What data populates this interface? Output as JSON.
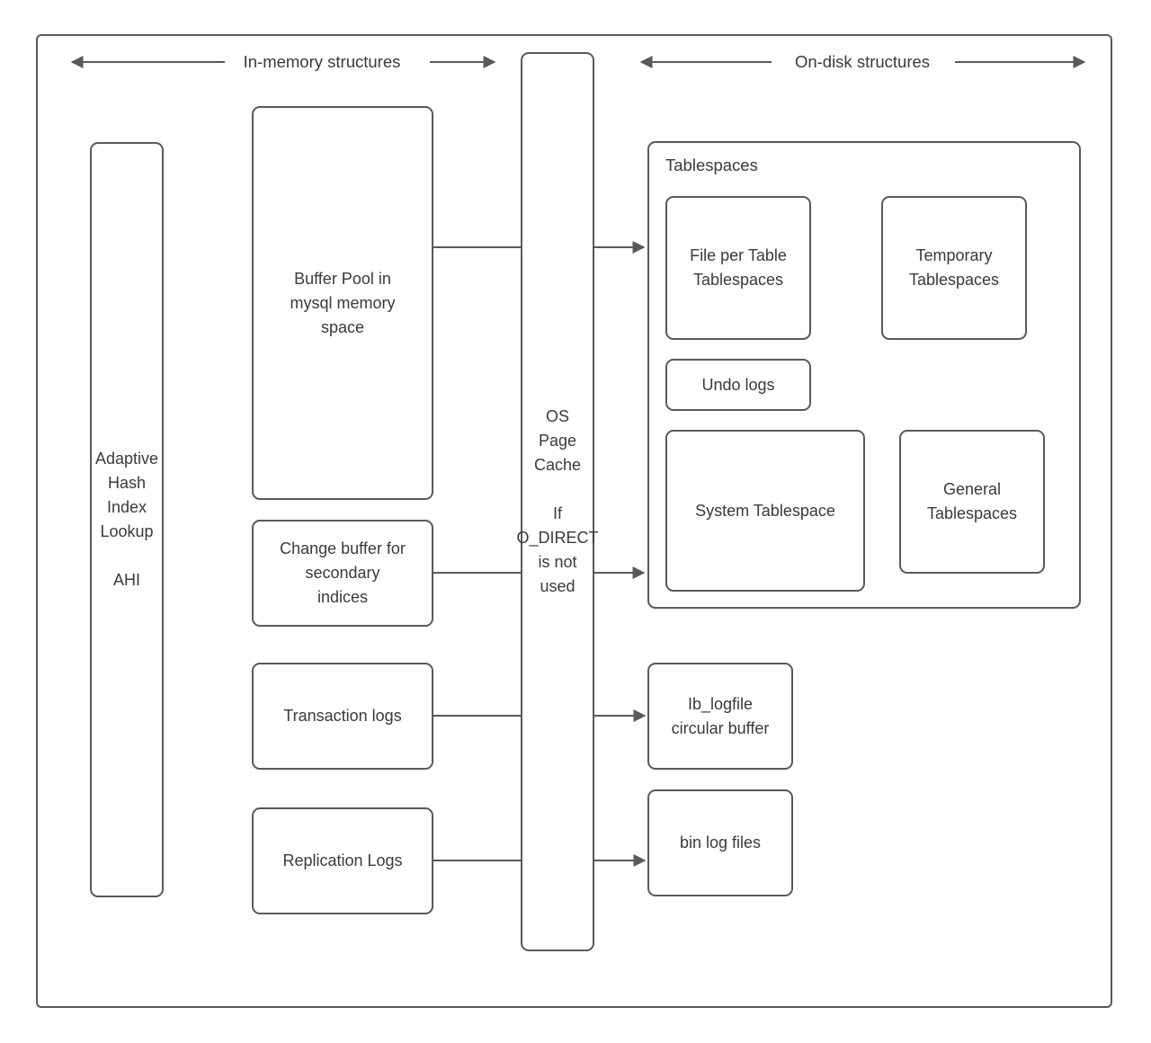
{
  "header": {
    "in_memory_label": "In-memory structures",
    "on_disk_label": "On-disk structures"
  },
  "colors": {
    "border": "#595959",
    "text": "#3a3a3a",
    "background": "#ffffff"
  },
  "nodes": {
    "ahi": {
      "label": "Adaptive\nHash\nIndex\nLookup\n\nAHI"
    },
    "buffer_pool": {
      "label": "Buffer Pool in\nmysql memory\nspace"
    },
    "change_buffer": {
      "label": "Change buffer for\nsecondary\nindices"
    },
    "transaction_logs": {
      "label": "Transaction logs"
    },
    "replication_logs": {
      "label": "Replication Logs"
    },
    "os_page_cache": {
      "label": "OS\nPage\nCache\n\nIf\nO_DIRECT\nis not\nused"
    },
    "tablespaces": {
      "label": "Tablespaces"
    },
    "file_per_table": {
      "label": "File per Table\nTablespaces"
    },
    "temporary": {
      "label": "Temporary\nTablespaces"
    },
    "undo_logs": {
      "label": "Undo logs"
    },
    "system_tablespace": {
      "label": "System Tablespace"
    },
    "general": {
      "label": "General\nTablespaces"
    },
    "ib_logfile": {
      "label": "Ib_logfile\ncircular buffer"
    },
    "bin_log_files": {
      "label": "bin log files"
    }
  }
}
